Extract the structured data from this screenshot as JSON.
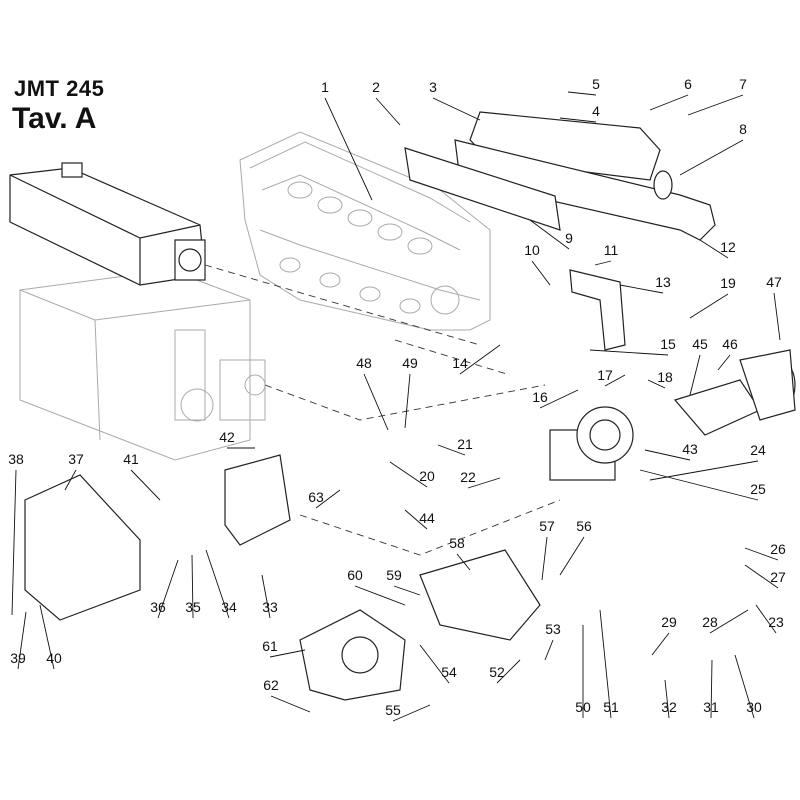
{
  "header": {
    "model": "JMT 245",
    "table": "Tav. A"
  },
  "callouts": [
    "1",
    "2",
    "3",
    "4",
    "5",
    "6",
    "7",
    "8",
    "9",
    "10",
    "11",
    "12",
    "13",
    "14",
    "15",
    "16",
    "17",
    "18",
    "19",
    "20",
    "21",
    "22",
    "23",
    "24",
    "25",
    "26",
    "27",
    "28",
    "29",
    "30",
    "31",
    "32",
    "33",
    "34",
    "35",
    "36",
    "37",
    "38",
    "39",
    "40",
    "41",
    "42",
    "43",
    "44",
    "45",
    "46",
    "47",
    "48",
    "49",
    "50",
    "51",
    "52",
    "53",
    "54",
    "55",
    "56",
    "57",
    "58",
    "59",
    "60",
    "61",
    "62",
    "63"
  ]
}
